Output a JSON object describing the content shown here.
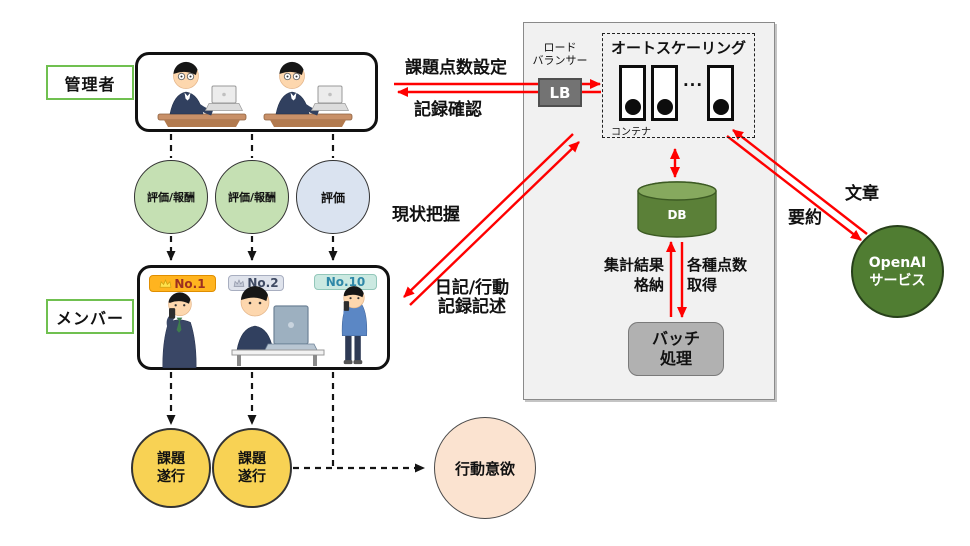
{
  "labels": {
    "admin": "管理者",
    "member": "メンバー"
  },
  "eval_circles": [
    {
      "label": "評価/報酬"
    },
    {
      "label": "評価/報酬"
    },
    {
      "label": "評価"
    }
  ],
  "badges": [
    {
      "label": "No.1"
    },
    {
      "label": "No.2"
    },
    {
      "label": "No.10"
    }
  ],
  "task_circles": [
    {
      "line1": "課題",
      "line2": "遂行"
    },
    {
      "line1": "課題",
      "line2": "遂行"
    }
  ],
  "motivation": {
    "label": "行動意欲"
  },
  "flow_labels": {
    "task_score_setting": "課題点数設定",
    "record_confirmation": "記録確認",
    "status_grasp": "現状把握",
    "diary_line1": "日記/行動",
    "diary_line2": "記録記述",
    "store_results_line1": "集計結果",
    "store_results_line2": "格納",
    "get_scores_line1": "各種点数",
    "get_scores_line2": "取得",
    "summary_line1": "文章",
    "summary_line2": "要約"
  },
  "infra": {
    "load_balancer_line1": "ロード",
    "load_balancer_line2": "バランサー",
    "lb": "LB",
    "autoscaling": "オートスケーリング",
    "container": "コンテナ",
    "ellipsis": "···",
    "db": "DB",
    "batch_line1": "バッチ",
    "batch_line2": "処理"
  },
  "openai": {
    "line1": "OpenAI",
    "line2": "サービス"
  },
  "colors": {
    "red_arrow": "#ff0000",
    "green_circle": "#c5e0b3",
    "blue_circle": "#dae3f0",
    "yellow_circle": "#f8d254",
    "peach_circle": "#fbe3d0",
    "db_green": "#5b8038",
    "openai_green": "#507d32",
    "label_border_green": "#70c050"
  }
}
